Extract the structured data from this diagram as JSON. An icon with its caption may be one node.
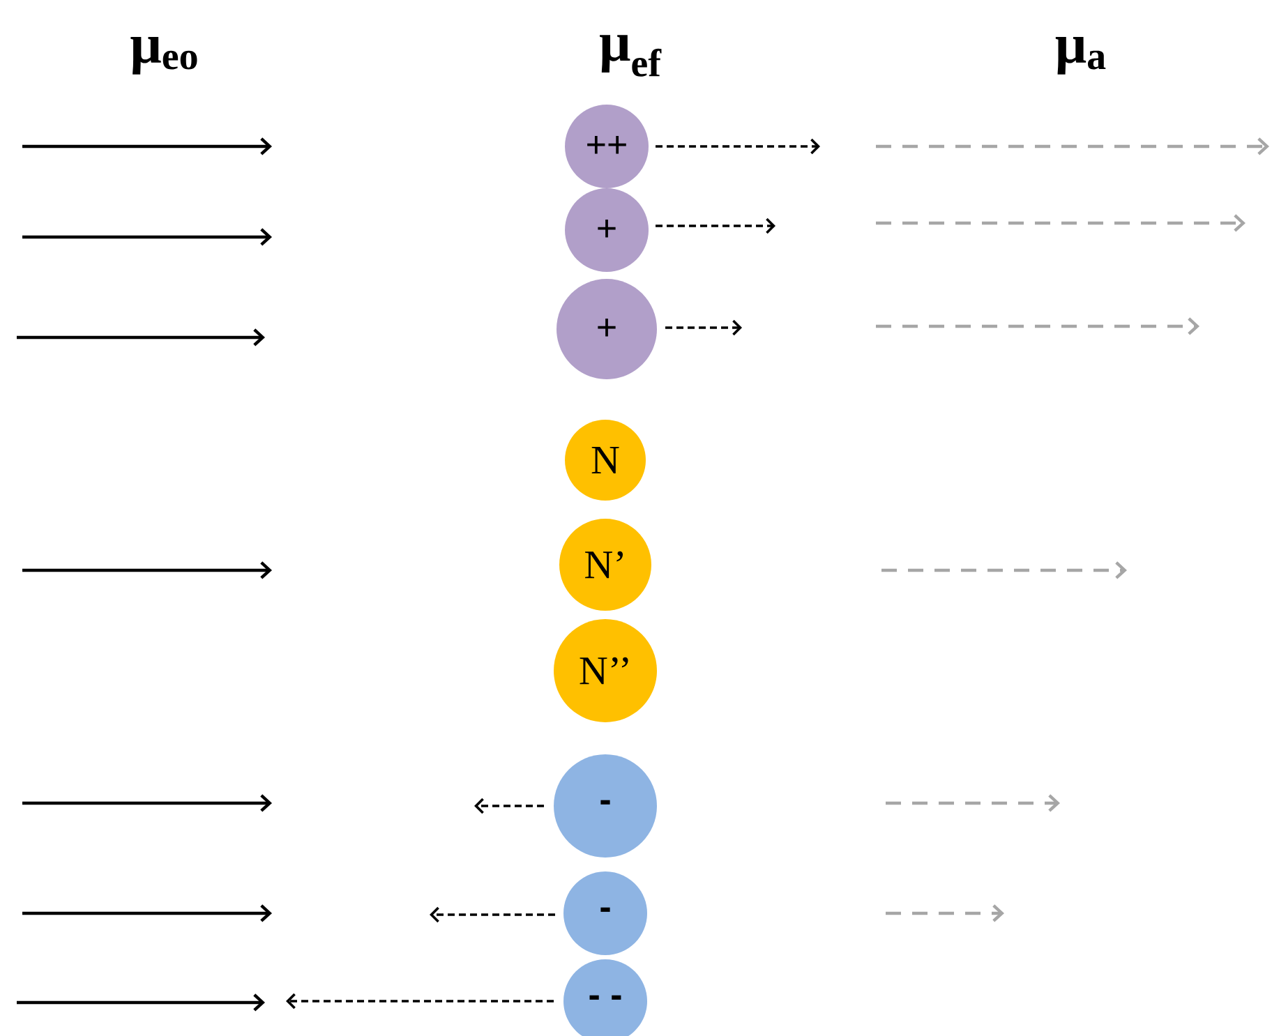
{
  "diagram": {
    "nodes": [
      {
        "text": [
          "++"
        ]
      },
      {
        "text": [
          "+"
        ]
      },
      {
        "text": [
          "+"
        ]
      },
      {
        "text": [
          "N"
        ]
      },
      {
        "text": [
          "N’"
        ]
      },
      {
        "text": [
          "N’’"
        ]
      },
      {
        "text": [
          "-"
        ]
      },
      {
        "text": [
          "-"
        ]
      },
      {
        "text": [
          "- -"
        ]
      }
    ],
    "labels": [
      "μ$_{eo}$",
      "μ$_{ef}$",
      "μ$_{a}$"
    ]
  }
}
